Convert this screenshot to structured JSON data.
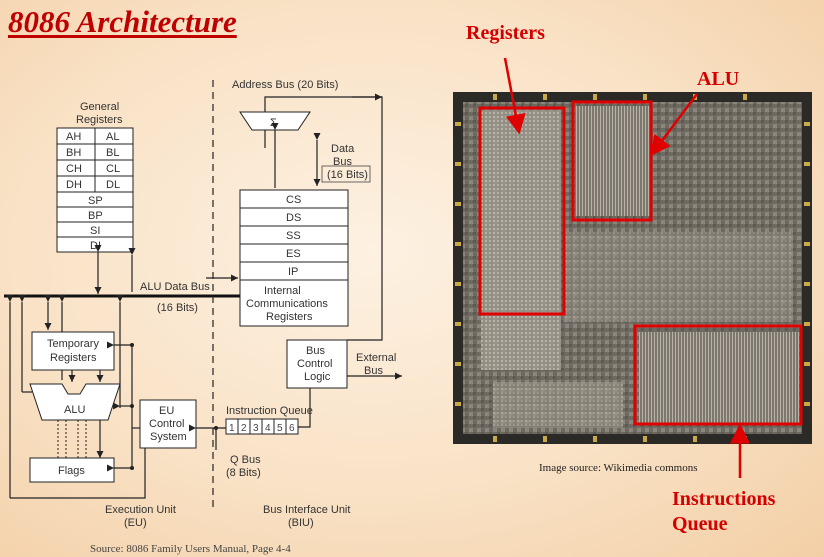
{
  "title": "8086 Architecture",
  "diagram": {
    "address_bus": "Address Bus (20 Bits)",
    "sigma": "Σ",
    "data_bus": [
      "Data",
      "Bus",
      "(16 Bits)"
    ],
    "general_registers": [
      "General",
      "Registers"
    ],
    "reg_pairs": [
      [
        "AH",
        "AL"
      ],
      [
        "BH",
        "BL"
      ],
      [
        "CH",
        "CL"
      ],
      [
        "DH",
        "DL"
      ]
    ],
    "reg_single": [
      "SP",
      "BP",
      "SI",
      "DI"
    ],
    "segment_regs": [
      "CS",
      "DS",
      "SS",
      "ES",
      "IP"
    ],
    "internal_comm": [
      "Internal",
      "Communications",
      "Registers"
    ],
    "alu_data_bus": "ALU Data Bus",
    "alu_data_bus_bits": "(16 Bits)",
    "temp_registers": [
      "Temporary",
      "Registers"
    ],
    "alu": "ALU",
    "flags": "Flags",
    "eu_control": [
      "EU",
      "Control",
      "System"
    ],
    "bus_control": [
      "Bus",
      "Control",
      "Logic"
    ],
    "external_bus": [
      "External",
      "Bus"
    ],
    "instruction_queue": "Instruction Queue",
    "queue_slots": [
      "1",
      "2",
      "3",
      "4",
      "5",
      "6"
    ],
    "q_bus": [
      "Q  Bus",
      "(8 Bits)"
    ],
    "execution_unit": [
      "Execution Unit",
      "(EU)"
    ],
    "bus_interface_unit": [
      "Bus Interface Unit",
      "(BIU)"
    ],
    "source": "Source: 8086 Family Users Manual, Page 4-4"
  },
  "photo": {
    "label_registers": "Registers",
    "label_alu": "ALU",
    "label_queue": [
      "Instructions",
      "Queue"
    ],
    "source": "Image source: Wikimedia commons",
    "accent": "#e00000"
  }
}
